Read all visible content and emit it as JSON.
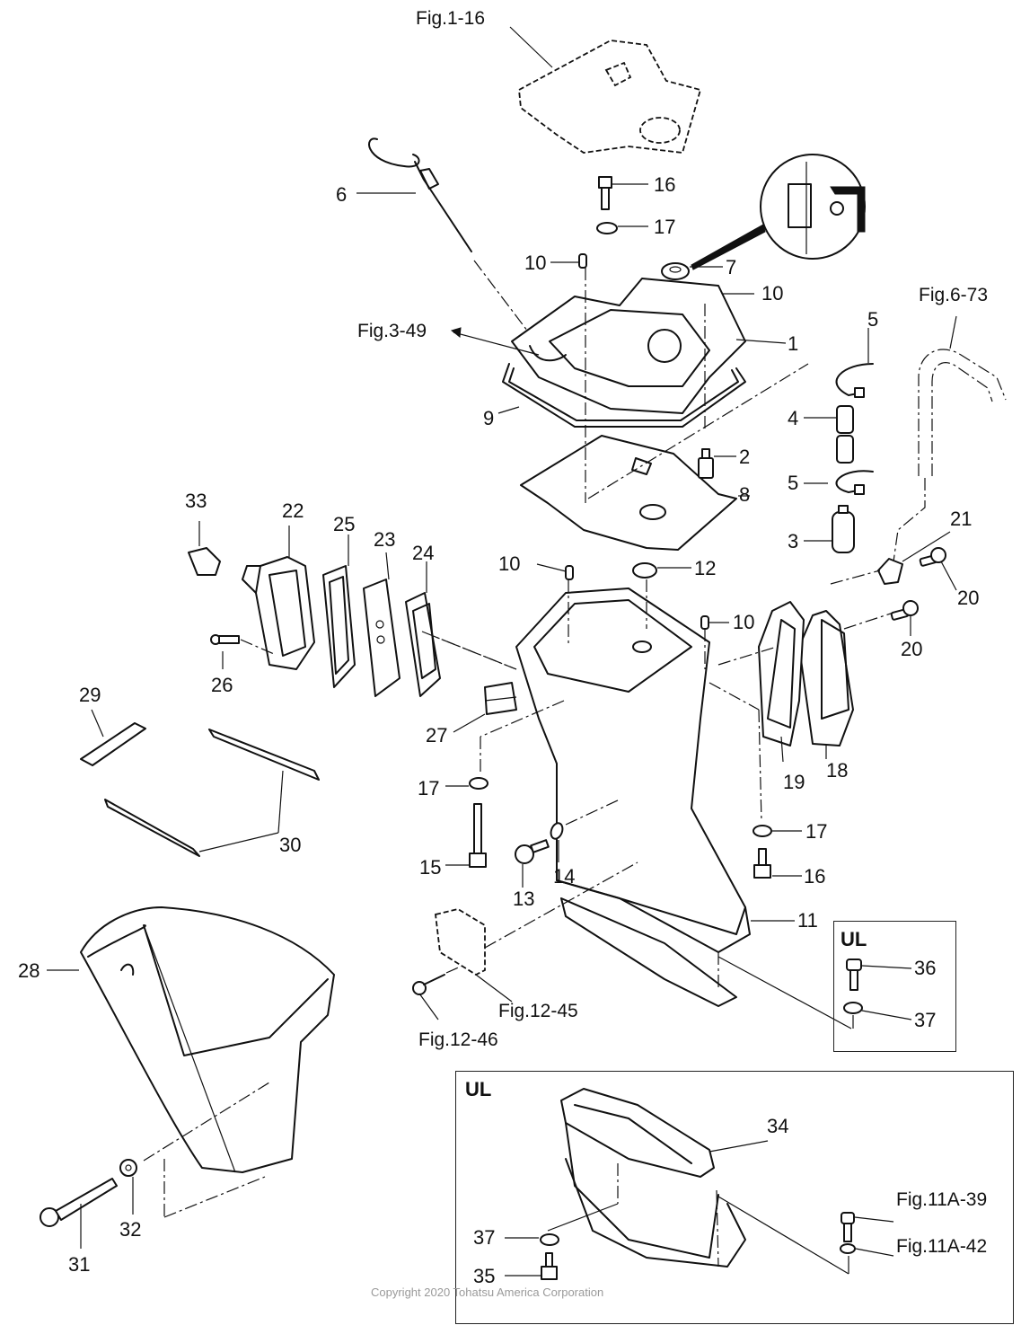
{
  "title": "Lower Cover / Drive Shaft Housing exploded parts diagram",
  "copyright": "Copyright 2020 Tohatsu America Corporation",
  "figure_refs": {
    "fig_1_16": "Fig.1-16",
    "fig_3_49": "Fig.3-49",
    "fig_6_73": "Fig.6-73",
    "fig_12_45": "Fig.12-45",
    "fig_12_46": "Fig.12-46",
    "fig_11a_39": "Fig.11A-39",
    "fig_11a_42": "Fig.11A-42"
  },
  "insets": {
    "ul_small": {
      "title": "UL",
      "callouts": [
        "36",
        "37"
      ]
    },
    "ul_large": {
      "title": "UL",
      "callouts": [
        "34",
        "37",
        "35"
      ]
    }
  },
  "callouts": {
    "c1": "1",
    "c2": "2",
    "c3": "3",
    "c4": "4",
    "c5a": "5",
    "c5b": "5",
    "c6": "6",
    "c7": "7",
    "c8": "8",
    "c9": "9",
    "c10a": "10",
    "c10b": "10",
    "c10c": "10",
    "c10d": "10",
    "c11": "11",
    "c12": "12",
    "c13": "13",
    "c14": "14",
    "c15": "15",
    "c16a": "16",
    "c16b": "16",
    "c17a": "17",
    "c17b": "17",
    "c17c": "17",
    "c18": "18",
    "c19": "19",
    "c20a": "20",
    "c20b": "20",
    "c21": "21",
    "c22": "22",
    "c23": "23",
    "c24": "24",
    "c25": "25",
    "c26": "26",
    "c27": "27",
    "c28": "28",
    "c29": "29",
    "c30": "30",
    "c31": "31",
    "c32": "32",
    "c33": "33",
    "c34": "34",
    "c35": "35",
    "c36": "36",
    "c37a": "37",
    "c37b": "37"
  }
}
